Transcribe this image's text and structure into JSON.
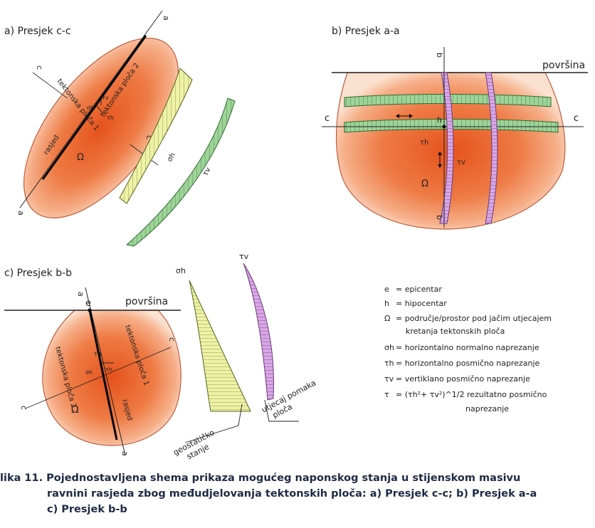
{
  "panels": {
    "a": {
      "title": "a) Presjek c-c",
      "plate1": "tektonska ploča 1",
      "plate2": "tektonska ploča 2",
      "fault": "rasjed",
      "omega": "Ω",
      "section_mark": "a",
      "c_mark": "c",
      "sigma_h": "σh",
      "tau_v": "τv",
      "tau_h": "τh",
      "sigma_h_profile": "σh",
      "tau_v_profile": "τv"
    },
    "b": {
      "title": "b) Presjek a-a",
      "surface": "površina",
      "section_top": "b",
      "section_bottom": "b",
      "c_left": "c",
      "c_right": "c",
      "h": "h",
      "tau_h": "τh",
      "tau_v": "τv",
      "omega": "Ω"
    },
    "c": {
      "title": "c) Presjek b-b",
      "surface": "površina",
      "e": "e",
      "section_top": "a",
      "section_bottom": "a",
      "c_left": "c",
      "c_right": "c",
      "plate1": "tektonska ploča 1",
      "plate2": "tektonska ploča 2",
      "fault": "rasjed",
      "omega": "Ω",
      "tau_v": "τv",
      "tau_h": "τh",
      "sigma_h": "σh",
      "sigma_h_profile": "σh",
      "tau_v_profile": "τv",
      "geostatic": [
        "geostatičko",
        "stanje"
      ],
      "plate_movement": [
        "utjecaj pomaka",
        "ploča"
      ]
    }
  },
  "legend": [
    {
      "sym": "e",
      "text": "= epicentar"
    },
    {
      "sym": "h",
      "text": "= hipocentar"
    },
    {
      "sym": "Ω",
      "text": "= područje/prostor pod jačim utjecajem"
    },
    {
      "sym": "",
      "text": "kretanja tektonskih ploča"
    },
    {
      "sym": "σh",
      "text": "= horizontalno normalno naprezanje"
    },
    {
      "sym": "τh",
      "text": "= horizontalno posmično naprezanje"
    },
    {
      "sym": "τv",
      "text": "= vertiklano posmično naprezanje"
    },
    {
      "sym": "τ",
      "text": "= (τh²+ τv²)^1/2   rezultatno posmično"
    },
    {
      "sym": "",
      "text": "naprezanje"
    }
  ],
  "caption": {
    "line1": "lika 11. Pojednostavljena shema prikaza mogućeg naponskog stanja u stijenskom masivu",
    "line2": "ravnini rasjeda zbog međudjelovanja tektonskih ploča: a) Presjek c-c; b) Presjek a-a",
    "line3": "c) Presjek b-b"
  },
  "colors": {
    "orange": "#e8652a",
    "yellow": "#eef2a6",
    "green": "#9ed39a",
    "purple": "#d9a6e6",
    "outline": "#c25a3a",
    "caption": "#1f2a44"
  }
}
